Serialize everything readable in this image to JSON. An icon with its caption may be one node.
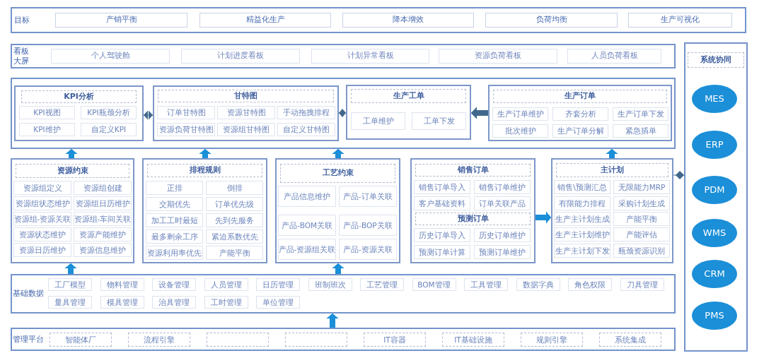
{
  "diagram": {
    "nodes": [
      {
        "text": [
          "目标"
        ]
      },
      {
        "text": [
          "产销平衡"
        ],
        "in": 0
      },
      {
        "text": [
          "精益化生产"
        ],
        "in": 0
      },
      {
        "text": [
          "降本增效"
        ],
        "in": 0
      },
      {
        "text": [
          "负荷均衡"
        ],
        "in": 0
      },
      {
        "text": [
          "生产可视化"
        ],
        "in": 0
      },
      {
        "text": [
          "看板大屏"
        ]
      },
      {
        "text": [
          "个人驾驶舱"
        ],
        "in": 6
      },
      {
        "text": [
          "计划进度看板"
        ],
        "in": 6
      },
      {
        "text": [
          "计划异常看板"
        ],
        "in": 6
      },
      {
        "text": [
          "资源负荷看板"
        ],
        "in": 6
      },
      {
        "text": [
          "人员负荷看板"
        ],
        "in": 6
      },
      {
        "text": [
          "系统协同"
        ]
      },
      {
        "text": [
          "MES"
        ],
        "in": 12
      },
      {
        "text": [
          "ERP"
        ],
        "in": 12
      },
      {
        "text": [
          "PDM"
        ],
        "in": 12
      },
      {
        "text": [
          "WMS"
        ],
        "in": 12
      },
      {
        "text": [
          "CRM"
        ],
        "in": 12
      },
      {
        "text": [
          "PMS"
        ],
        "in": 12
      },
      {
        "text": [],
        "shape": "box"
      },
      {
        "text": [
          "KPI分析"
        ],
        "in": 19
      },
      {
        "text": [
          "KPI视图"
        ],
        "in": 20
      },
      {
        "text": [
          "KPI瓶颈分析"
        ],
        "in": 20
      },
      {
        "text": [
          "KPI维护"
        ],
        "in": 20
      },
      {
        "text": [
          "自定义KPI"
        ],
        "in": 20
      },
      {
        "text": [
          "甘特图"
        ],
        "in": 19
      },
      {
        "text": [
          "订单甘特图"
        ],
        "in": 25
      },
      {
        "text": [
          "资源甘特图"
        ],
        "in": 25
      },
      {
        "text": [
          "手动拖拽排程"
        ],
        "in": 25
      },
      {
        "text": [
          "资源负荷甘特图"
        ],
        "in": 25
      },
      {
        "text": [
          "资源组甘特图"
        ],
        "in": 25
      },
      {
        "text": [
          "自定义甘特图"
        ],
        "in": 25
      },
      {
        "text": [
          "生产工单"
        ],
        "in": 19
      },
      {
        "text": [
          "工单维护"
        ],
        "in": 32
      },
      {
        "text": [
          "工单下发"
        ],
        "in": 32
      },
      {
        "text": [
          "生产订单"
        ],
        "in": 19
      },
      {
        "text": [
          "生产订单维护"
        ],
        "in": 35
      },
      {
        "text": [
          "齐套分析"
        ],
        "in": 35
      },
      {
        "text": [
          "生产订单下发"
        ],
        "in": 35
      },
      {
        "text": [
          "批次维护"
        ],
        "in": 35
      },
      {
        "text": [
          "生产订单分解"
        ],
        "in": 35
      },
      {
        "text": [
          "紧急插单"
        ],
        "in": 35
      },
      {
        "text": [
          "资源约束"
        ]
      },
      {
        "text": [
          "资源组定义"
        ],
        "in": 42
      },
      {
        "text": [
          "资源组创建"
        ],
        "in": 42
      },
      {
        "text": [
          "资源组状态维护"
        ],
        "in": 42
      },
      {
        "text": [
          "资源组日历维护"
        ],
        "in": 42
      },
      {
        "text": [
          "资源组-资源关联"
        ],
        "in": 42
      },
      {
        "text": [
          "资源组-车间关联"
        ],
        "in": 42
      },
      {
        "text": [
          "资源状态维护"
        ],
        "in": 42
      },
      {
        "text": [
          "资源产能维护"
        ],
        "in": 42
      },
      {
        "text": [
          "资源日历维护"
        ],
        "in": 42
      },
      {
        "text": [
          "资源信息维护"
        ],
        "in": 42
      },
      {
        "text": [
          "排程规则"
        ]
      },
      {
        "text": [
          "正排"
        ],
        "in": 53
      },
      {
        "text": [
          "倒排"
        ],
        "in": 53
      },
      {
        "text": [
          "交期优先"
        ],
        "in": 53
      },
      {
        "text": [
          "订单优先级"
        ],
        "in": 53
      },
      {
        "text": [
          "加工工时最短"
        ],
        "in": 53
      },
      {
        "text": [
          "先到先服务"
        ],
        "in": 53
      },
      {
        "text": [
          "最多剩余工序"
        ],
        "in": 53
      },
      {
        "text": [
          "紧迫系数优先"
        ],
        "in": 53
      },
      {
        "text": [
          "资源利用率优先"
        ],
        "in": 53
      },
      {
        "text": [
          "产能平衡"
        ],
        "in": 53
      },
      {
        "text": [
          "工艺约束"
        ]
      },
      {
        "text": [
          "产品信息维护"
        ],
        "in": 64
      },
      {
        "text": [
          "产品-订单关联"
        ],
        "in": 64
      },
      {
        "text": [
          "产品-BOM关联"
        ],
        "in": 64
      },
      {
        "text": [
          "产品-BOP关联"
        ],
        "in": 64
      },
      {
        "text": [
          "产品-资源组关联"
        ],
        "in": 64
      },
      {
        "text": [
          "产品-资源关联"
        ],
        "in": 64
      },
      {
        "text": [
          "销售订单",
          "预测订单"
        ]
      },
      {
        "text": [
          "销售订单导入"
        ],
        "in": 71
      },
      {
        "text": [
          "销售订单维护"
        ],
        "in": 71
      },
      {
        "text": [
          "客户基础资料"
        ],
        "in": 71
      },
      {
        "text": [
          "订单关联产品"
        ],
        "in": 71
      },
      {
        "text": [
          "历史订单导入"
        ],
        "in": 71
      },
      {
        "text": [
          "历史订单维护"
        ],
        "in": 71
      },
      {
        "text": [
          "预测订单计算"
        ],
        "in": 71
      },
      {
        "text": [
          "预测订单维护"
        ],
        "in": 71
      },
      {
        "text": [
          "主计划"
        ]
      },
      {
        "text": [
          "销售\\预测汇总"
        ],
        "in": 80
      },
      {
        "text": [
          "无限能力MRP"
        ],
        "in": 80
      },
      {
        "text": [
          "有限能力排程"
        ],
        "in": 80
      },
      {
        "text": [
          "采购计划生成"
        ],
        "in": 80
      },
      {
        "text": [
          "生产主计划生成"
        ],
        "in": 80
      },
      {
        "text": [
          "产能平衡"
        ],
        "in": 80
      },
      {
        "text": [
          "生产主计划维护"
        ],
        "in": 80
      },
      {
        "text": [
          "产能评估"
        ],
        "in": 80
      },
      {
        "text": [
          "生产主计划下发"
        ],
        "in": 80
      },
      {
        "text": [
          "瓶颈资源识别"
        ],
        "in": 80
      },
      {
        "text": [
          "基础数据"
        ]
      },
      {
        "text": [
          "工厂模型"
        ],
        "in": 91
      },
      {
        "text": [
          "物料管理"
        ],
        "in": 91
      },
      {
        "text": [
          "设备管理"
        ],
        "in": 91
      },
      {
        "text": [
          "人员管理"
        ],
        "in": 91
      },
      {
        "text": [
          "日历管理"
        ],
        "in": 91
      },
      {
        "text": [
          "班制班次"
        ],
        "in": 91
      },
      {
        "text": [
          "工艺管理"
        ],
        "in": 91
      },
      {
        "text": [
          "BOM管理"
        ],
        "in": 91
      },
      {
        "text": [
          "工具管理"
        ],
        "in": 91
      },
      {
        "text": [
          "数据字典"
        ],
        "in": 91
      },
      {
        "text": [
          "角色权限"
        ],
        "in": 91
      },
      {
        "text": [
          "刀具管理"
        ],
        "in": 91
      },
      {
        "text": [
          "量具管理"
        ],
        "in": 91
      },
      {
        "text": [
          "模具管理"
        ],
        "in": 91
      },
      {
        "text": [
          "治具管理"
        ],
        "in": 91
      },
      {
        "text": [
          "工时管理"
        ],
        "in": 91
      },
      {
        "text": [
          "单位管理"
        ],
        "in": 91
      },
      {
        "text": [
          "管理平台"
        ]
      },
      {
        "text": [
          "智能体厂"
        ],
        "in": 109
      },
      {
        "text": [
          "流程引擎"
        ],
        "in": 109
      },
      {
        "text": [],
        "shape": "box",
        "in": 109
      },
      {
        "text": [],
        "shape": "box",
        "in": 109
      },
      {
        "text": [
          "IT容器"
        ],
        "in": 109
      },
      {
        "text": [
          "IT基础设施"
        ],
        "in": 109
      },
      {
        "text": [
          "规则引擎"
        ],
        "in": 109
      },
      {
        "text": [
          "系统集成"
        ],
        "in": 109
      }
    ],
    "edges": [
      {
        "from": 20,
        "to": 25,
        "arrow": "both",
        "color": "#41688c"
      },
      {
        "from": 25,
        "to": 32,
        "arrow": "both",
        "color": "#41688c"
      },
      {
        "from": 35,
        "to": 32,
        "arrow": "to",
        "color": "#41688c"
      },
      {
        "from": 42,
        "to": 19,
        "arrow": "to"
      },
      {
        "from": 53,
        "to": 19,
        "arrow": "to"
      },
      {
        "from": 64,
        "to": 19,
        "arrow": "to"
      },
      {
        "from": 80,
        "to": 19,
        "arrow": "to"
      },
      {
        "from": 71,
        "to": 80,
        "arrow": "to"
      },
      {
        "from": 80,
        "to": 12,
        "arrow": "other",
        "color": "#41688c"
      },
      {
        "from": 91,
        "to": 42,
        "arrow": "to"
      },
      {
        "from": 91,
        "to": 64,
        "arrow": "to"
      },
      {
        "from": 109,
        "to": 91,
        "arrow": "to"
      }
    ]
  }
}
